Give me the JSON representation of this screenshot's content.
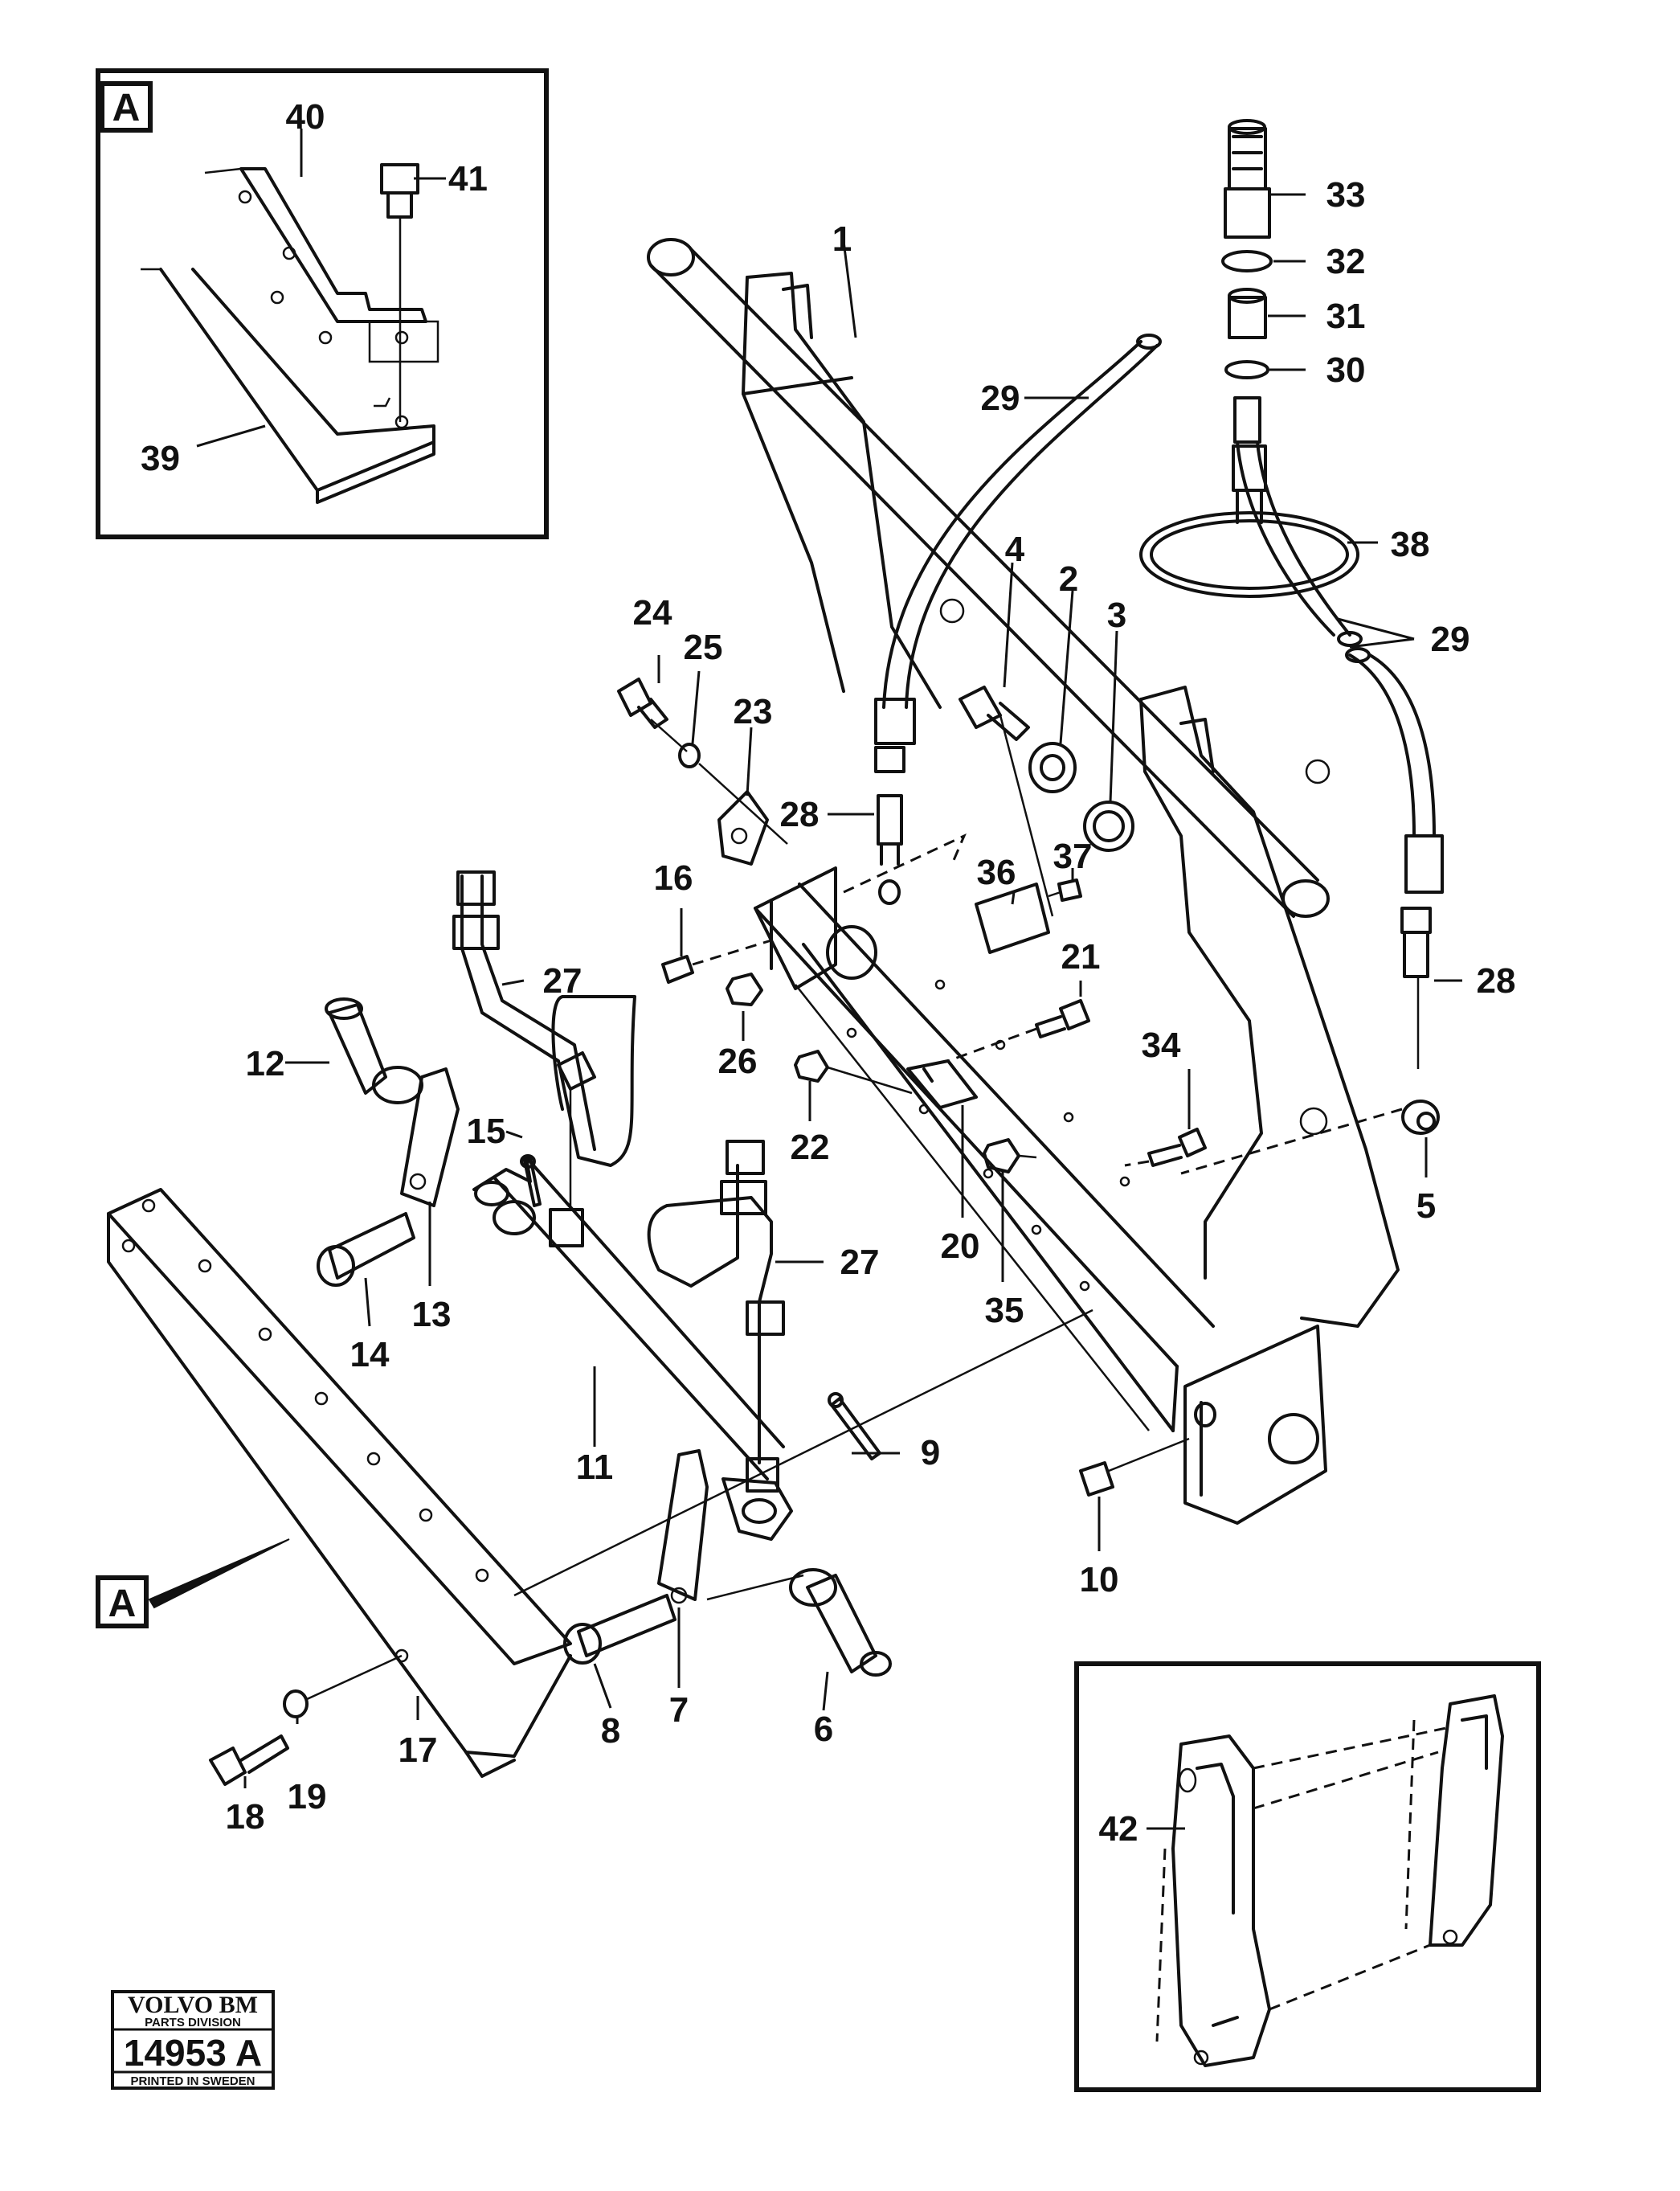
{
  "inset_a": {
    "letter": "A",
    "callouts": [
      "40",
      "41",
      "39"
    ]
  },
  "pointer": {
    "letter": "A"
  },
  "callouts": {
    "c1": "1",
    "c2": "2",
    "c3": "3",
    "c4": "4",
    "c5": "5",
    "c6": "6",
    "c7": "7",
    "c8": "8",
    "c9": "9",
    "c10": "10",
    "c11": "11",
    "c12": "12",
    "c13": "13",
    "c14": "14",
    "c15": "15",
    "c16": "16",
    "c17": "17",
    "c18": "18",
    "c19": "19",
    "c20": "20",
    "c21": "21",
    "c22": "22",
    "c23": "23",
    "c24": "24",
    "c25": "25",
    "c26": "26",
    "c27a": "27",
    "c27b": "27",
    "c28a": "28",
    "c28b": "28",
    "c29a": "29",
    "c29b": "29",
    "c30": "30",
    "c31": "31",
    "c32": "32",
    "c33": "33",
    "c34": "34",
    "c35": "35",
    "c36": "36",
    "c37": "37",
    "c38": "38",
    "c42": "42"
  },
  "logo": {
    "brand": "VOLVO BM",
    "division": "PARTS DIVISION",
    "number": "14953 A",
    "printed": "PRINTED IN SWEDEN"
  }
}
